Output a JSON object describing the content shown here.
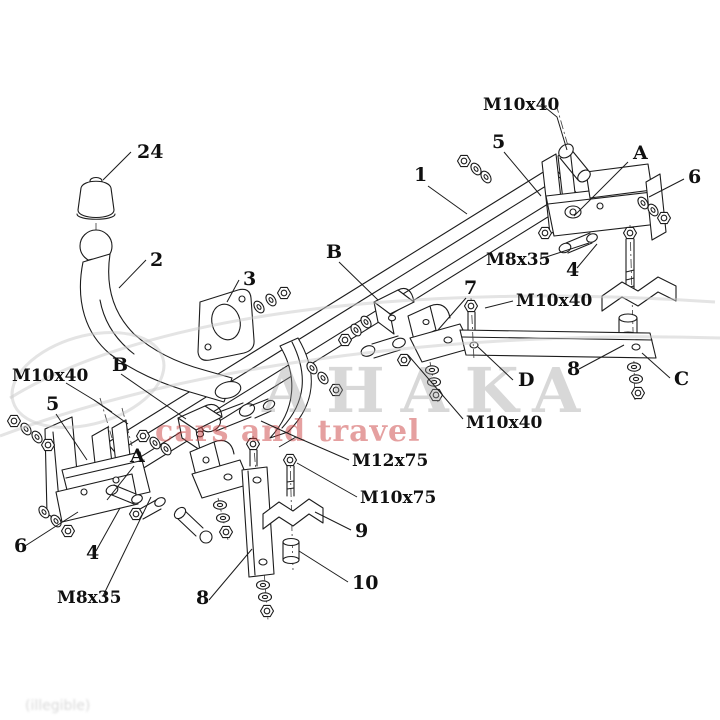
{
  "description": "Exploded technical line drawing of a towbar (trailer hitch) mounting kit with numbered parts, lettered assembly points and bolt size callouts",
  "colors": {
    "line": "#1c1c1c",
    "background": "#ffffff",
    "watermark_gray": "#9a9a9a",
    "watermark_red": "#cc4444"
  },
  "watermark": {
    "brand_text": "AHAKA",
    "slogan_text": "cars and travel",
    "bottom_left_text": "(illegible)"
  },
  "part_numbers": [
    "1",
    "2",
    "3",
    "4",
    "5",
    "6",
    "7",
    "8",
    "9",
    "10",
    "24"
  ],
  "assembly_points": [
    "A",
    "B",
    "C",
    "D"
  ],
  "fastener_specs": [
    "M10x40",
    "M8x35",
    "M12x75",
    "M10x75"
  ],
  "callouts": [
    {
      "text": "24",
      "kind": "part-number"
    },
    {
      "text": "2",
      "kind": "part-number"
    },
    {
      "text": "3",
      "kind": "part-number"
    },
    {
      "text": "1",
      "kind": "part-number"
    },
    {
      "text": "M10x40",
      "kind": "fastener-spec"
    },
    {
      "text": "5",
      "kind": "part-number"
    },
    {
      "text": "A",
      "kind": "assembly-point"
    },
    {
      "text": "6",
      "kind": "part-number"
    },
    {
      "text": "M8x35",
      "kind": "fastener-spec"
    },
    {
      "text": "4",
      "kind": "part-number"
    },
    {
      "text": "B",
      "kind": "assembly-point"
    },
    {
      "text": "7",
      "kind": "part-number"
    },
    {
      "text": "M10x40",
      "kind": "fastener-spec"
    },
    {
      "text": "D",
      "kind": "assembly-point"
    },
    {
      "text": "8",
      "kind": "part-number"
    },
    {
      "text": "C",
      "kind": "assembly-point"
    },
    {
      "text": "M10x40",
      "kind": "fastener-spec"
    },
    {
      "text": "M10x40",
      "kind": "fastener-spec"
    },
    {
      "text": "B",
      "kind": "assembly-point"
    },
    {
      "text": "5",
      "kind": "part-number"
    },
    {
      "text": "A",
      "kind": "assembly-point"
    },
    {
      "text": "6",
      "kind": "part-number"
    },
    {
      "text": "4",
      "kind": "part-number"
    },
    {
      "text": "M8x35",
      "kind": "fastener-spec"
    },
    {
      "text": "8",
      "kind": "part-number"
    },
    {
      "text": "M12x75",
      "kind": "fastener-spec"
    },
    {
      "text": "M10x75",
      "kind": "fastener-spec"
    },
    {
      "text": "9",
      "kind": "part-number"
    },
    {
      "text": "10",
      "kind": "part-number"
    }
  ]
}
